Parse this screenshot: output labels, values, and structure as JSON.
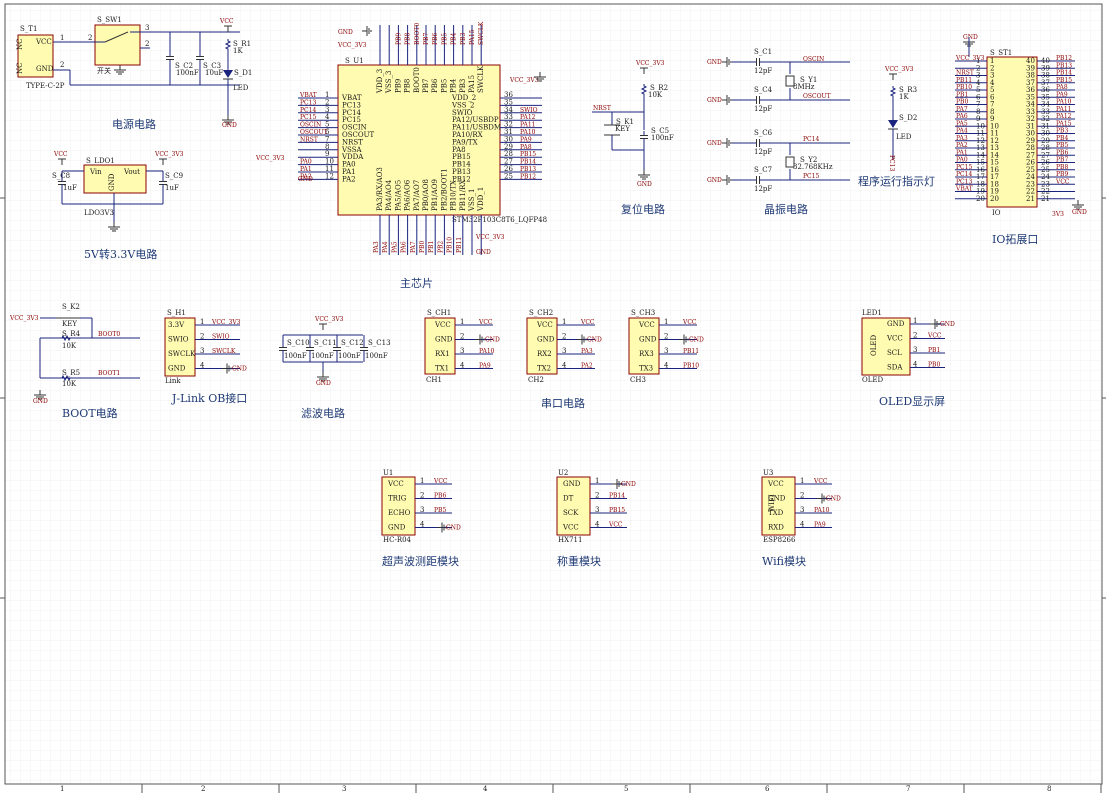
{
  "titles": {
    "power": "电源电路",
    "mcu": "主芯片",
    "reset": "复位电路",
    "crystal": "晶振电路",
    "led": "程序运行指示灯",
    "io": "IO拓展口",
    "ldo": "5V转3.3V电路",
    "boot": "BOOT电路",
    "jlink": "J-Link OB接口",
    "filter": "滤波电路",
    "uart": "串口电路",
    "oled": "OLED显示屏",
    "hcsr": "超声波测距模块",
    "hx711": "称重模块",
    "wifi": "Wifi模块"
  },
  "nets": {
    "vcc": "VCC",
    "vcc33": "VCC_3V3",
    "gnd": "GND"
  },
  "power": {
    "t1_ref": "S_T1",
    "t1_val": "TYPE-C-2P",
    "t1_pins": [
      "NC",
      "VCC",
      "NC",
      "GND"
    ],
    "sw_ref": "S_SW1",
    "sw_val": "开关",
    "c2_ref": "S_C2",
    "c2_val": "100nF",
    "c3_ref": "S_C3",
    "c3_val": "10uF",
    "r1_ref": "S_R1",
    "r1_val": "1K",
    "d1_ref": "S_D1",
    "d1_val": "LED"
  },
  "mcu": {
    "ref": "S_U1",
    "part": "STM32F103C8T6_LQFP48",
    "left_pins": [
      "VBAT",
      "PC13",
      "PC14",
      "PC15",
      "OSCIN",
      "OSCOUT",
      "NRST",
      "VSSA",
      "VDDA",
      "PA0",
      "PA1",
      "PA2"
    ],
    "left_nums": [
      "1",
      "2",
      "3",
      "4",
      "5",
      "6",
      "7",
      "8",
      "9",
      "10",
      "11",
      "12"
    ],
    "left_nets": [
      "VBAT",
      "PC13",
      "PC14",
      "PC15",
      "OSCIN",
      "OSCOUT",
      "NRST",
      "",
      "",
      "PA0",
      "PA1",
      "PA2"
    ],
    "right_pins": [
      "VDD_2",
      "VSS_2",
      "SWIO",
      "PA12/USBDP",
      "PA11/USBDM",
      "PA10/RX",
      "PA9/TX",
      "PA8",
      "PB15",
      "PB14",
      "PB13",
      "PB12"
    ],
    "right_nums": [
      "36",
      "35",
      "34",
      "33",
      "32",
      "31",
      "30",
      "29",
      "28",
      "27",
      "26",
      "25"
    ],
    "right_nets": [
      "",
      "",
      "SWIO",
      "PA12",
      "PA11",
      "PA10",
      "PA9",
      "PA8",
      "PB15",
      "PB14",
      "PB13",
      "PB12"
    ],
    "top_pins": [
      "VDD_3",
      "VSS_3",
      "PB9",
      "PB8",
      "BOOT0",
      "PB7",
      "PB6",
      "PB5",
      "PB4",
      "PB3",
      "PA15",
      "SWCLK"
    ],
    "top_nets": [
      "",
      "",
      "PB9",
      "PB8",
      "BOOT0",
      "PB7",
      "PB6",
      "PB5",
      "PB4",
      "PB3",
      "PA15",
      "SWCLK"
    ],
    "bottom_pins": [
      "PA3/RX/AO3",
      "PA4/AO4",
      "PA5/AO5",
      "PA6/AO6",
      "PA7/AO7",
      "PB0/AO8",
      "PB1/AO9",
      "PB2/BOOT1",
      "PB10/TX",
      "PB11/RX",
      "VSS_1",
      "VDD_1"
    ],
    "bottom_nets": [
      "PA3",
      "PA4",
      "PA5",
      "PA6",
      "PA7",
      "PB0",
      "PB1",
      "PB2",
      "PB10",
      "PB11",
      "",
      ""
    ]
  },
  "reset": {
    "k1_ref": "S_K1",
    "k1_val": "KEY",
    "r2_ref": "S_R2",
    "r2_val": "10K",
    "c5_ref": "S_C5",
    "c5_val": "100nF",
    "net": "NRST"
  },
  "crystal": {
    "c1_ref": "S_C1",
    "c1_val": "12pF",
    "c4_ref": "S_C4",
    "c4_val": "12pF",
    "y1_ref": "S_Y1",
    "y1_val": "8MHz",
    "oscin": "OSCIN",
    "oscout": "OSCOUT",
    "c6_ref": "S_C6",
    "c6_val": "12pF",
    "c7_ref": "S_C7",
    "c7_val": "12pF",
    "y2_ref": "S_Y2",
    "y2_val": "32.768KHz",
    "pc14": "PC14",
    "pc15": "PC15"
  },
  "led": {
    "r3_ref": "S_R3",
    "r3_val": "1K",
    "d2_ref": "S_D2",
    "d2_val": "LED",
    "net": "PC13"
  },
  "io": {
    "ref": "S_ST1",
    "val": "IO",
    "left_nets": [
      "VCC_3V3",
      "",
      "NRST",
      "PB11",
      "PB10",
      "PB1",
      "PB0",
      "PA7",
      "PA6",
      "PA5",
      "PA4",
      "PA3",
      "PA2",
      "PA1",
      "PA0",
      "PC15",
      "PC14",
      "PC13",
      "VBAT",
      ""
    ],
    "right_nets": [
      "PB12",
      "PB13",
      "PB14",
      "PB15",
      "PA8",
      "PA9",
      "PA10",
      "PA11",
      "PA12",
      "PA15",
      "PB3",
      "PB4",
      "PB5",
      "PB6",
      "PB7",
      "PB8",
      "PB9",
      "VCC",
      "",
      ""
    ],
    "gnd_top": "GND",
    "gnd_bottom": "GND",
    "bottom_net": "3V3"
  },
  "ldo": {
    "ref": "S_LDO1",
    "val": "LDO3V3",
    "pins": [
      "Vin",
      "GND",
      "Vout"
    ],
    "c8_ref": "S_C8",
    "c8_val": "1uF",
    "c9_ref": "S_C9",
    "c9_val": "1uF"
  },
  "boot": {
    "k2_ref": "S_K2",
    "k2_val": "KEY",
    "r4_ref": "S_R4",
    "r4_val": "10K",
    "r5_ref": "S_R5",
    "r5_val": "10K",
    "boot0": "BOOT0",
    "boot1": "BOOT1"
  },
  "jlink": {
    "ref": "S_H1",
    "val": "Link",
    "pins": [
      "3.3V",
      "SWIO",
      "SWCLK",
      "GND"
    ],
    "nets": [
      "VCC_3V3",
      "SWIO",
      "SWCLK",
      "GND"
    ]
  },
  "filter": {
    "caps": [
      {
        "ref": "S_C10",
        "val": "100nF"
      },
      {
        "ref": "S_C11",
        "val": "100nF"
      },
      {
        "ref": "S_C12",
        "val": "100nF"
      },
      {
        "ref": "S_C13",
        "val": "100nF"
      }
    ]
  },
  "uart": [
    {
      "ref": "S_CH1",
      "val": "CH1",
      "pins": [
        "VCC",
        "GND",
        "RX1",
        "TX1"
      ],
      "nets": [
        "VCC",
        "GND",
        "PA10",
        "PA9"
      ]
    },
    {
      "ref": "S_CH2",
      "val": "CH2",
      "pins": [
        "VCC",
        "GND",
        "RX2",
        "TX2"
      ],
      "nets": [
        "VCC",
        "GND",
        "PA3",
        "PA2"
      ]
    },
    {
      "ref": "S_CH3",
      "val": "CH3",
      "pins": [
        "VCC",
        "GND",
        "RX3",
        "TX3"
      ],
      "nets": [
        "VCC",
        "GND",
        "PB11",
        "PB10"
      ]
    }
  ],
  "oled": {
    "ref": "LED1",
    "val": "OLED",
    "body": "OLED",
    "pins": [
      "GND",
      "VCC",
      "SCL",
      "SDA"
    ],
    "nets": [
      "GND",
      "VCC",
      "PB1",
      "PB0"
    ]
  },
  "hcsr": {
    "ref": "U1",
    "val": "HC-R04",
    "pins": [
      "VCC",
      "TRIG",
      "ECHO",
      "GND"
    ],
    "nets": [
      "VCC",
      "PB6",
      "PB5",
      "GND"
    ]
  },
  "hx711": {
    "ref": "U2",
    "val": "HX711",
    "pins": [
      "GND",
      "DT",
      "SCK",
      "VCC"
    ],
    "nets": [
      "GND",
      "PB14",
      "PB15",
      "VCC"
    ]
  },
  "wifi": {
    "ref": "U3",
    "val": "ESP8266",
    "body": "WIFI",
    "pins": [
      "VCC",
      "GND",
      "TXD",
      "RXD"
    ],
    "nets": [
      "VCC",
      "GND",
      "PA10",
      "PA9"
    ]
  },
  "border": {
    "cols": [
      "1",
      "2",
      "3",
      "4",
      "5",
      "6",
      "7",
      "8"
    ]
  }
}
